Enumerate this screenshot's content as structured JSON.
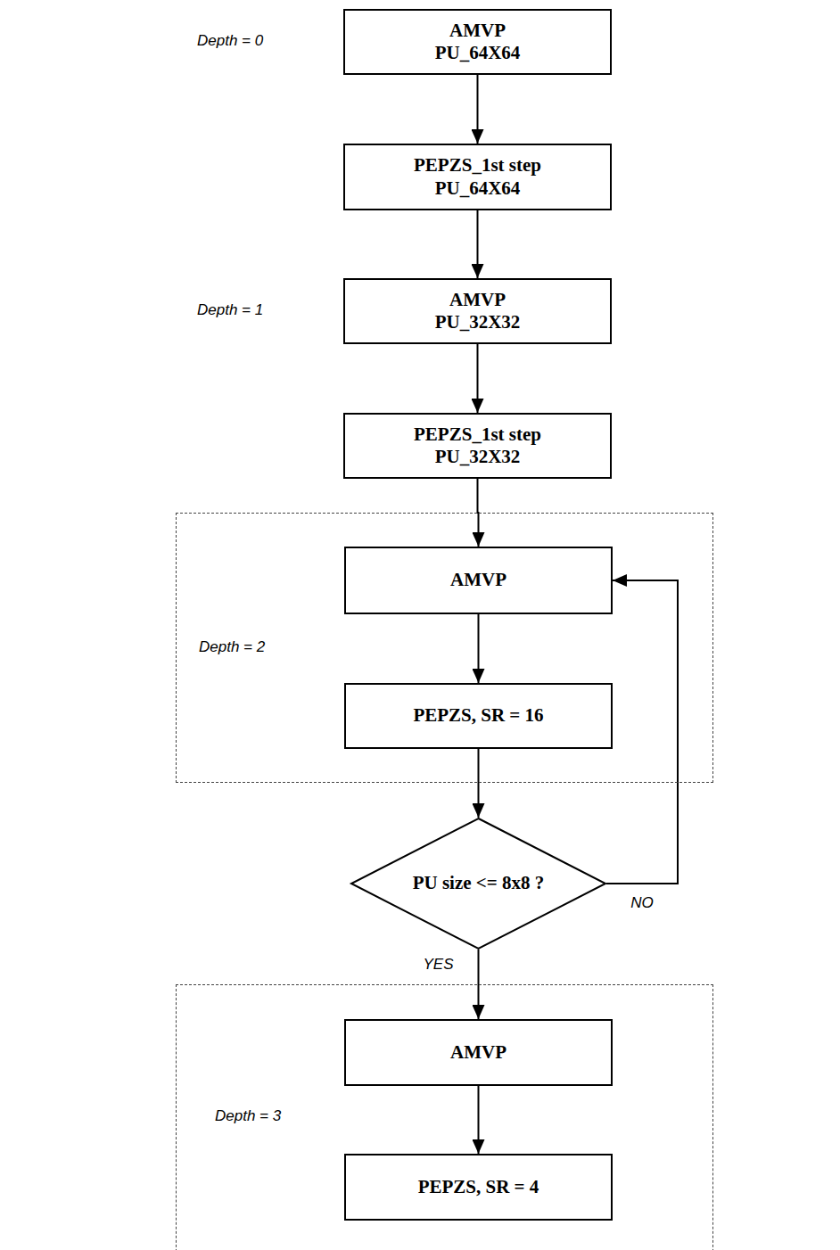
{
  "diagram": {
    "nodes": [
      {
        "text": [
          "AMVP",
          "PU_64X64"
        ]
      },
      {
        "text": [
          "PEPZS_1st step",
          "PU_64X64"
        ]
      },
      {
        "text": [
          "AMVP",
          "PU_32X32"
        ]
      },
      {
        "text": [
          "PEPZS_1st step",
          "PU_32X32"
        ]
      },
      {
        "text": [
          "Depth = 2"
        ]
      },
      {
        "text": [
          "AMVP"
        ],
        "in": 4
      },
      {
        "text": [
          "PEPZS, SR = 16"
        ],
        "in": 4
      },
      {
        "text": [
          "PU size <= 8x8 ?"
        ]
      },
      {
        "text": [
          "Depth = 3"
        ]
      },
      {
        "text": [
          "AMVP"
        ],
        "in": 8
      },
      {
        "text": [
          "PEPZS, SR = 4"
        ],
        "in": 8
      }
    ],
    "edges": [
      {
        "from": 0,
        "to": 1,
        "arrow": "to"
      },
      {
        "from": 1,
        "to": 2,
        "arrow": "to"
      },
      {
        "from": 2,
        "to": 3,
        "arrow": "to"
      },
      {
        "from": 3,
        "to": 5,
        "arrow": "to"
      },
      {
        "from": 5,
        "to": 6,
        "arrow": "to"
      },
      {
        "from": 6,
        "to": 7,
        "arrow": "to"
      },
      {
        "from": 7,
        "to": 5,
        "label": "NO",
        "arrow": "to"
      },
      {
        "from": 7,
        "to": 9,
        "label": "YES",
        "arrow": "to"
      },
      {
        "from": 9,
        "to": 10,
        "arrow": "to"
      }
    ],
    "labels": [
      "Depth = 0",
      "Depth = 1"
    ]
  }
}
